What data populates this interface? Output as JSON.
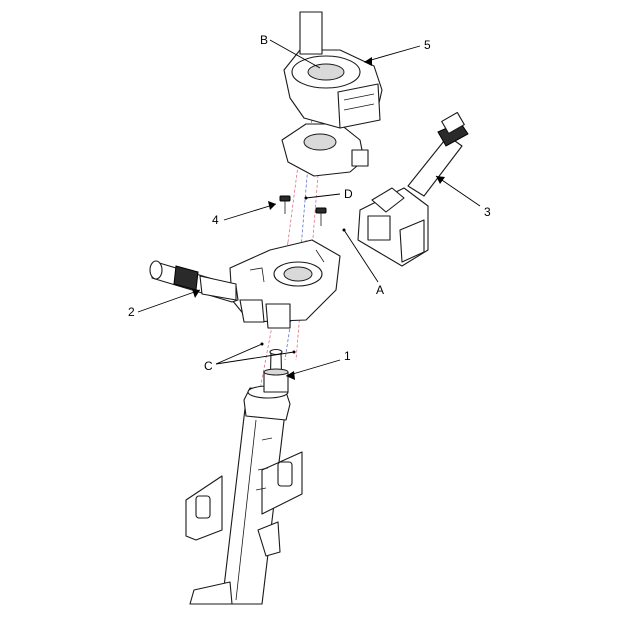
{
  "callouts": {
    "one": "1",
    "two": "2",
    "three": "3",
    "four": "4",
    "five": "5",
    "a": "A",
    "b": "B",
    "c": "C",
    "d": "D"
  }
}
